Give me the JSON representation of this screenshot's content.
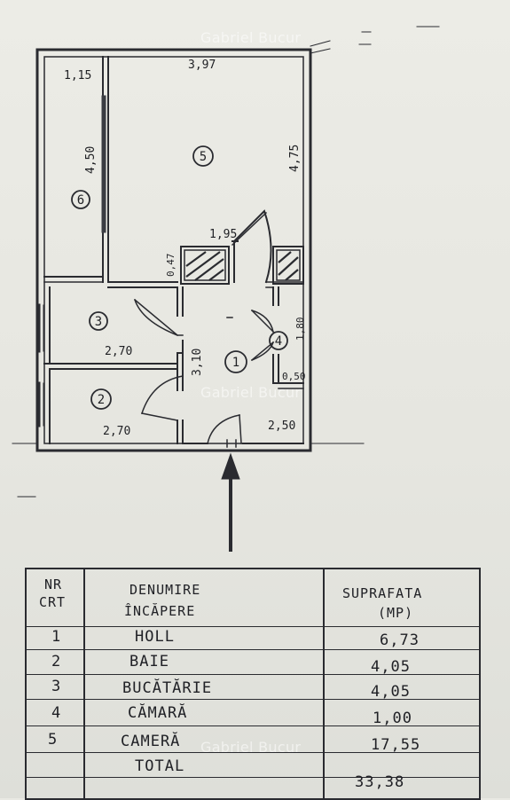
{
  "watermark": "Gabriel Bucur",
  "plan": {
    "dimensions": {
      "d1_15": "1,15",
      "d3_97": "3,97",
      "d4_50": "4,50",
      "d4_75": "4,75",
      "d1_95": "1,95",
      "d0_47": "0,47",
      "d2_70a": "2,70",
      "d2_70b": "2,70",
      "d3_10": "3,10",
      "d1_80": "1,80",
      "d0_50": "0,50",
      "d2_50": "2,50"
    },
    "room_numbers": [
      "1",
      "2",
      "3",
      "4",
      "5",
      "6"
    ]
  },
  "table": {
    "headers": {
      "nr": [
        "NR",
        "CRT"
      ],
      "name": [
        "DENUMIRE",
        "ÎNCĂPERE"
      ],
      "area": [
        "SUPRAFATA",
        "(MP)"
      ]
    },
    "rows": [
      {
        "nr": "1",
        "name": "HOLL",
        "area": "6,73"
      },
      {
        "nr": "2",
        "name": "BAIE",
        "area": "4,05"
      },
      {
        "nr": "3",
        "name": "BUCĂTĂRIE",
        "area": "4,05"
      },
      {
        "nr": "4",
        "name": "CĂMARĂ",
        "area": "1,00"
      },
      {
        "nr": "5",
        "name": "CAMERĂ",
        "area": "17,55"
      }
    ],
    "total": {
      "label": "TOTAL",
      "area": "33,38"
    }
  }
}
